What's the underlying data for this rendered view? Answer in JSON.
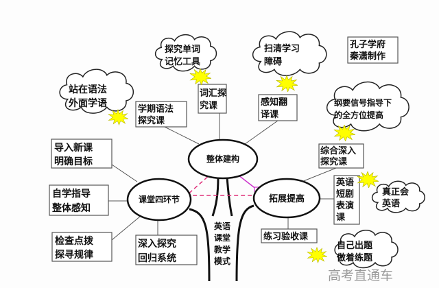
{
  "center": {
    "label": "整体建构"
  },
  "left_hub": {
    "label": "课堂四环节"
  },
  "right_hub": {
    "label": "拓展提高"
  },
  "trunk_label": [
    "英语",
    "课堂",
    "教学",
    "模式"
  ],
  "left_boxes": [
    {
      "lines": [
        "导入新课",
        "明确目标"
      ]
    },
    {
      "lines": [
        "自学指导",
        "整体感知"
      ]
    },
    {
      "lines": [
        "检查点拨",
        "探寻规律"
      ]
    },
    {
      "lines": [
        "深入探究",
        "回归系统"
      ]
    }
  ],
  "top_boxes": [
    {
      "lines": [
        "学期语法",
        "探究课"
      ]
    },
    {
      "lines": [
        "词汇探",
        "究课"
      ]
    },
    {
      "lines": [
        "感知翻",
        "译课"
      ]
    }
  ],
  "right_boxes": [
    {
      "lines": [
        "综合深入",
        "探究课"
      ]
    },
    {
      "lines": [
        "英语",
        "短剧",
        "表演",
        "课"
      ]
    },
    {
      "lines": [
        "练习验收课"
      ]
    }
  ],
  "clouds": [
    {
      "lines": [
        "探究单词",
        "记忆工具"
      ]
    },
    {
      "lines": [
        "站在语法",
        "外面学语"
      ]
    },
    {
      "lines": [
        "扫清学习",
        "障碍"
      ]
    },
    {
      "lines": [
        "纲要信号指导下",
        "的全方位提高"
      ]
    },
    {
      "lines": [
        "真正会",
        "英语"
      ]
    },
    {
      "lines": [
        "自己出题",
        "做着练题"
      ]
    }
  ],
  "credit": {
    "lines": [
      "孔子学府",
      "秦潇制作"
    ]
  },
  "watermark": "高考直通车",
  "colors": {
    "star": "#ffff00",
    "accent": "#e0307a",
    "arrow": "#cc33cc"
  }
}
